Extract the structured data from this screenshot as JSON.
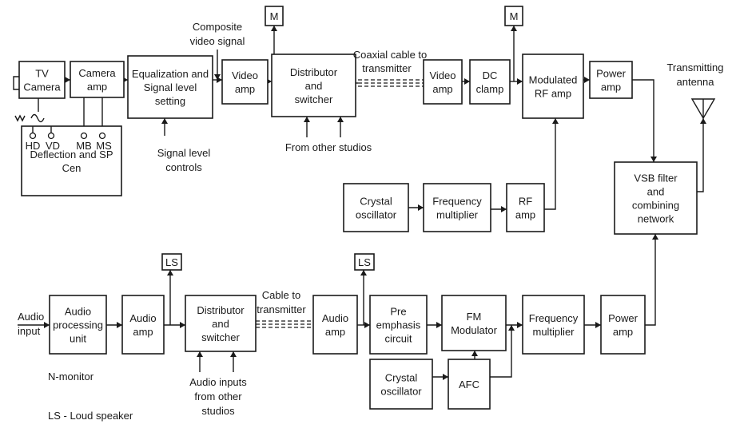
{
  "blocks": {
    "tv_camera": [
      "TV",
      "Camera"
    ],
    "camera_amp": [
      "Camera",
      "amp"
    ],
    "equalization": [
      "Equalization and",
      "Signal level",
      "setting"
    ],
    "video_amp_1": [
      "Video",
      "amp"
    ],
    "distributor_video": [
      "Distributor",
      "and",
      "switcher"
    ],
    "video_amp_2": [
      "Video",
      "amp"
    ],
    "dc_clamp": [
      "DC",
      "clamp"
    ],
    "modulated_rf": [
      "Modulated",
      "RF amp"
    ],
    "power_amp_video": [
      "Power",
      "amp"
    ],
    "monitor_1": [
      "M"
    ],
    "monitor_2": [
      "M"
    ],
    "deflection": [
      "Deflection and SP",
      "Cen"
    ],
    "crystal_osc_1": [
      "Crystal",
      "oscillator"
    ],
    "freq_mult_1": [
      "Frequency",
      "multiplier"
    ],
    "rf_amp": [
      "RF",
      "amp"
    ],
    "vsb": [
      "VSB filter",
      "and",
      "combining",
      "network"
    ],
    "audio_proc": [
      "Audio",
      "processing",
      "unit"
    ],
    "audio_amp_1": [
      "Audio",
      "amp"
    ],
    "distributor_audio": [
      "Distributor",
      "and",
      "switcher"
    ],
    "audio_amp_2": [
      "Audio",
      "amp"
    ],
    "pre_emphasis": [
      "Pre",
      "emphasis",
      "circuit"
    ],
    "fm_mod": [
      "FM",
      "Modulator"
    ],
    "freq_mult_2": [
      "Frequency",
      "multiplier"
    ],
    "power_amp_audio": [
      "Power",
      "amp"
    ],
    "ls_1": [
      "LS"
    ],
    "ls_2": [
      "LS"
    ],
    "crystal_osc_2": [
      "Crystal",
      "oscillator"
    ],
    "afc": [
      "AFC"
    ]
  },
  "labels": {
    "composite": [
      "Composite",
      "video signal"
    ],
    "coax": [
      "Coaxial cable to",
      "transmitter"
    ],
    "from_other_studios": "From other studios",
    "signal_level_controls": [
      "Signal level",
      "controls"
    ],
    "transmitting_antenna": [
      "Transmitting",
      "antenna"
    ],
    "cable_to_tx": [
      "Cable to",
      "transmitter"
    ],
    "audio_input": [
      "Audio",
      "input"
    ],
    "audio_inputs_other": [
      "Audio inputs",
      "from other",
      "studios"
    ],
    "hd": "HD",
    "vd": "VD",
    "mb": "MB",
    "ms": "MS",
    "legend_m": "N-monitor",
    "legend_ls": "LS - Loud speaker"
  }
}
